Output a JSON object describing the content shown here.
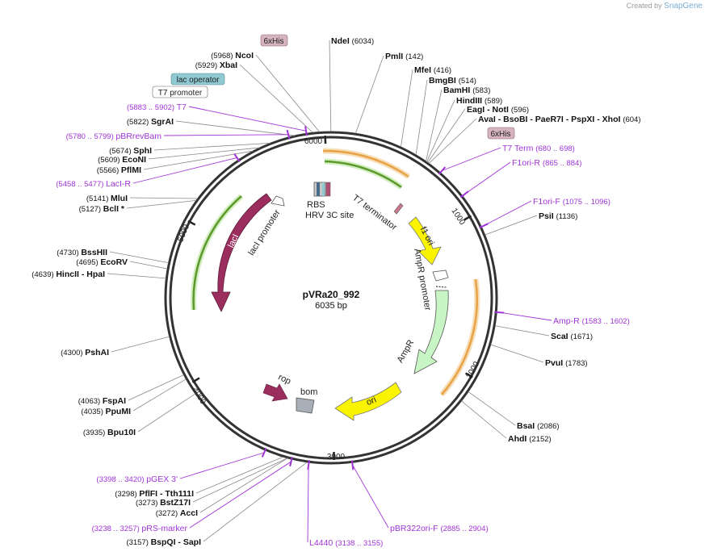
{
  "credit": {
    "prefix": "Created by",
    "brand": "SnapGene"
  },
  "plasmid": {
    "name": "pVRa20_992",
    "size_label": "6035 bp",
    "length": 6035
  },
  "ticks": [
    {
      "bp": 1000,
      "label": "1000"
    },
    {
      "bp": 2000,
      "label": "2000"
    },
    {
      "bp": 3000,
      "label": "3000"
    },
    {
      "bp": 4000,
      "label": "4000"
    },
    {
      "bp": 5000,
      "label": "5000"
    },
    {
      "bp": 6000,
      "label": "6000"
    }
  ],
  "sites": [
    {
      "name": "NdeI",
      "pos": "(6034)",
      "bp": 6034
    },
    {
      "name": "PmlI",
      "pos": "(142)",
      "bp": 142
    },
    {
      "name": "MfeI",
      "pos": "(416)",
      "bp": 416
    },
    {
      "name": "BmgBI",
      "pos": "(514)",
      "bp": 514
    },
    {
      "name": "BamHI",
      "pos": "(583)",
      "bp": 583
    },
    {
      "name": "HindIII",
      "pos": "(589)",
      "bp": 589
    },
    {
      "name": "EagI - NotI",
      "pos": "(596)",
      "bp": 596
    },
    {
      "name": "AvaI - BsoBI - PaeR7I - PspXI - XhoI",
      "pos": "(604)",
      "bp": 604
    },
    {
      "name": "PsiI",
      "pos": "(1136)",
      "bp": 1136
    },
    {
      "name": "ScaI",
      "pos": "(1671)",
      "bp": 1671
    },
    {
      "name": "PvuI",
      "pos": "(1783)",
      "bp": 1783
    },
    {
      "name": "BsaI",
      "pos": "(2086)",
      "bp": 2086
    },
    {
      "name": "AhdI",
      "pos": "(2152)",
      "bp": 2152
    },
    {
      "name": "BspQI - SapI",
      "pos": "(3157)",
      "bp": 3157
    },
    {
      "name": "AccI",
      "pos": "(3272)",
      "bp": 3272
    },
    {
      "name": "BstZ17I",
      "pos": "(3273)",
      "bp": 3273
    },
    {
      "name": "PflFI - Tth111I",
      "pos": "(3298)",
      "bp": 3298
    },
    {
      "name": "Bpu10I",
      "pos": "(3935)",
      "bp": 3935
    },
    {
      "name": "PpuMI",
      "pos": "(4035)",
      "bp": 4035
    },
    {
      "name": "FspAI",
      "pos": "(4063)",
      "bp": 4063
    },
    {
      "name": "PshAI",
      "pos": "(4300)",
      "bp": 4300
    },
    {
      "name": "HincII - HpaI",
      "pos": "(4639)",
      "bp": 4639
    },
    {
      "name": "EcoRV",
      "pos": "(4695)",
      "bp": 4695
    },
    {
      "name": "BssHII",
      "pos": "(4730)",
      "bp": 4730
    },
    {
      "name": "BclI *",
      "pos": "(5127)",
      "bp": 5127
    },
    {
      "name": "MluI",
      "pos": "(5141)",
      "bp": 5141
    },
    {
      "name": "PflMI",
      "pos": "(5566)",
      "bp": 5566
    },
    {
      "name": "EcoNI",
      "pos": "(5609)",
      "bp": 5609
    },
    {
      "name": "SphI",
      "pos": "(5674)",
      "bp": 5674
    },
    {
      "name": "SgrAI",
      "pos": "(5822)",
      "bp": 5822
    },
    {
      "name": "XbaI",
      "pos": "(5929)",
      "bp": 5929
    },
    {
      "name": "NcoI",
      "pos": "(5968)",
      "bp": 5968
    }
  ],
  "primers": [
    {
      "name": "T7 Term",
      "pos": "(680 .. 698)",
      "bp": 689
    },
    {
      "name": "F1ori-R",
      "pos": "(865 .. 884)",
      "bp": 875
    },
    {
      "name": "F1ori-F",
      "pos": "(1075 .. 1096)",
      "bp": 1085
    },
    {
      "name": "Amp-R",
      "pos": "(1583 .. 1602)",
      "bp": 1592
    },
    {
      "name": "pBR322ori-F",
      "pos": "(2885 .. 2904)",
      "bp": 2895
    },
    {
      "name": "L4440",
      "pos": "(3138 .. 3155)",
      "bp": 3146
    },
    {
      "name": "pRS-marker",
      "pos": "(3238 .. 3257)",
      "bp": 3247
    },
    {
      "name": "pGEX 3'",
      "pos": "(3398 .. 3420)",
      "bp": 3409
    },
    {
      "name": "LacI-R",
      "pos": "(5458 .. 5477)",
      "bp": 5467
    },
    {
      "name": "pBRrevBam",
      "pos": "(5780 .. 5799)",
      "bp": 5789
    },
    {
      "name": "T7",
      "pos": "(5883 .. 5902)",
      "bp": 5892
    }
  ],
  "boxed_features": [
    {
      "name": "6xHis",
      "style": "his"
    },
    {
      "name": "lac operator",
      "style": "operator"
    },
    {
      "name": "T7 promoter",
      "style": "promoter"
    },
    {
      "name": "6xHis",
      "style": "his"
    }
  ],
  "features": {
    "laci": "lacI",
    "laci_promoter": "lacI promoter",
    "t7_terminator": "T7 terminator",
    "f1_ori": "f1 ori",
    "ampr_promoter": "AmpR promoter",
    "ampr": "AmpR",
    "ori": "ori",
    "rop": "rop",
    "bom": "bom",
    "rbs": "RBS",
    "hrv_site": "HRV 3C site"
  },
  "colors": {
    "site": "#000000",
    "primer": "#a034d6",
    "laci": "#9b2d5f",
    "ampr": "#c8f5c4",
    "ori": "#fbf400",
    "rop": "#9b2d5f",
    "bom": "#a8aeb8",
    "orf_orange": "#e8a245",
    "orf_green": "#5b9a2a",
    "his_box": "#d6b3bf",
    "operator_box": "#8fc9d2"
  }
}
